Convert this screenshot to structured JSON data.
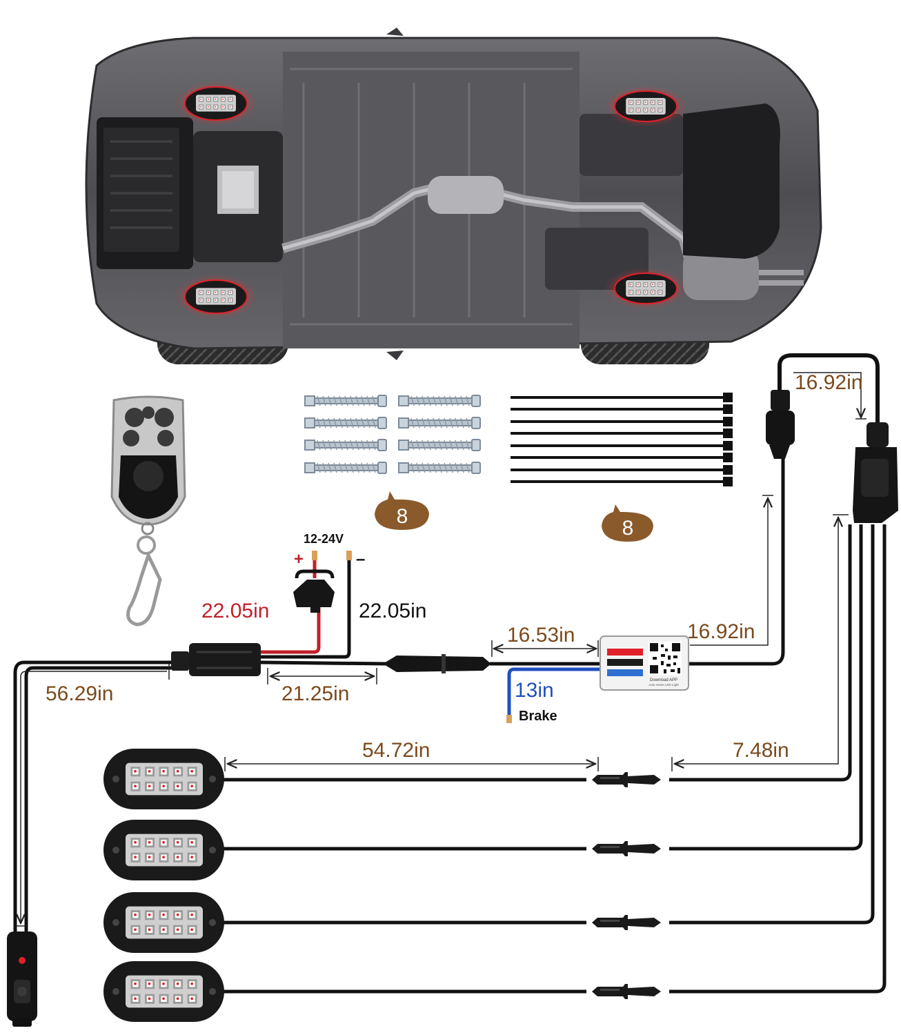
{
  "colors": {
    "brown": "#7a4a1c",
    "red": "#c0392b",
    "blue": "#1f4fbf",
    "black": "#111111",
    "badge": "#8b5a2b",
    "led_red": "#e0202a",
    "led_panel": "#c9c9c9"
  },
  "badges": {
    "screws_count": "8",
    "ties_count": "8"
  },
  "power": {
    "voltage": "12-24V",
    "plus": "+",
    "minus": "–",
    "red_length": "22.05in",
    "black_length": "22.05in"
  },
  "measurements": {
    "controller_out": "16.92in",
    "controller_in": "16.53in",
    "switch_lead": "56.29in",
    "harness": "21.25in",
    "brake_length": "13in",
    "brake_label": "Brake",
    "top_branch": "16.92in",
    "pod_cable": "54.72in",
    "pod_branch": "7.48in"
  },
  "controller": {
    "label_line1": "Download APP",
    "label_line2": "Auto Home LED Light"
  },
  "icons": {
    "remote": "remote-fob-icon",
    "switch": "inline-switch-icon",
    "car": "car-underside-icon",
    "pod": "led-rock-light-icon",
    "qr": "qr-code-icon"
  }
}
